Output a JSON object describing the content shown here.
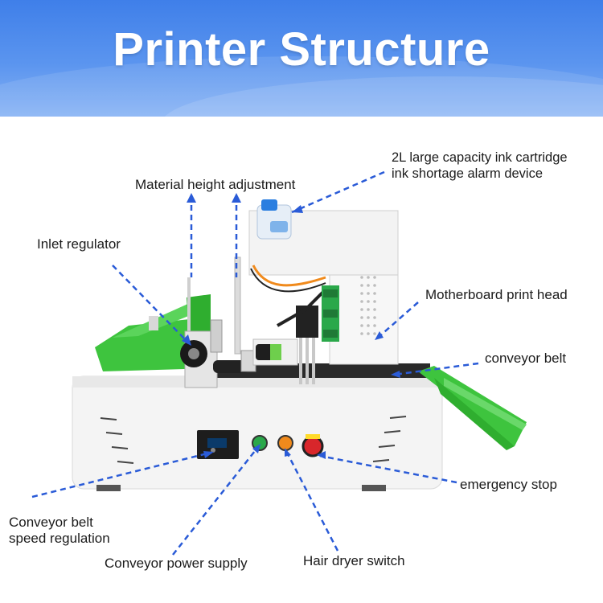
{
  "header": {
    "title": "Printer Structure"
  },
  "labels": {
    "ink_cartridge_line1": "2L large capacity ink cartridge",
    "ink_cartridge_line2": "ink shortage alarm device",
    "material_height": "Material height adjustment",
    "inlet_regulator": "Inlet regulator",
    "motherboard_print_head": "Motherboard print head",
    "conveyor_belt": "conveyor belt",
    "emergency_stop": "emergency stop",
    "conveyor_speed_line1": "Conveyor belt",
    "conveyor_speed_line2": "speed regulation",
    "conveyor_power": "Conveyor power supply",
    "hair_dryer": "Hair dryer switch"
  },
  "colors": {
    "accent_blue": "#2a5bd7",
    "banner_blue": "#4a86ec",
    "machine_green": "#3ec43e",
    "button_green": "#2aa84a",
    "button_orange": "#f08a1c",
    "button_red": "#d8262b"
  }
}
